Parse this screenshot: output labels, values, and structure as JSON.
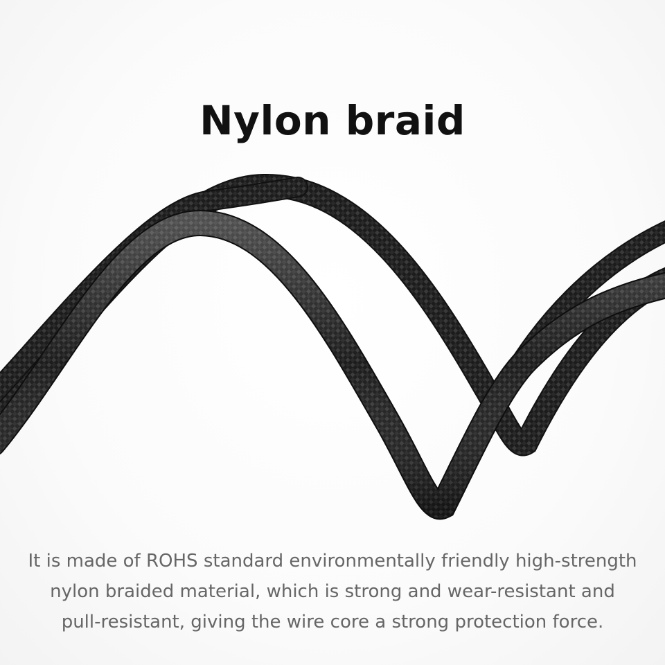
{
  "title": "Nylon braid",
  "description_lines": [
    "It is made of ROHS standard environmentally friendly high-strength",
    "nylon braided material, which is strong and wear-resistant and",
    "pull-resistant, giving the wire core a strong protection force."
  ],
  "colors": {
    "background": "#ffffff",
    "title": "#111111",
    "description": "#666666",
    "cable": "#1a1a1a"
  },
  "image": {
    "subject": "braided-nylon-cable"
  }
}
